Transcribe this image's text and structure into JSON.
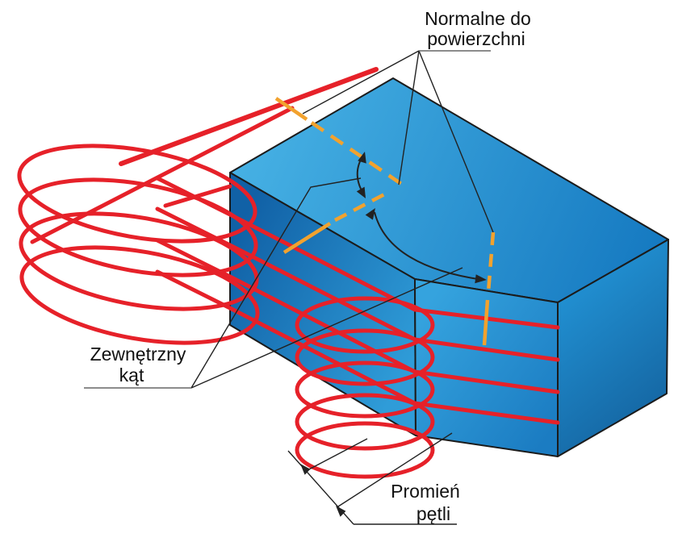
{
  "labels": {
    "normal": {
      "line1": "Normalne do",
      "line2": "powierzchni"
    },
    "external_angle": {
      "line1": "Zewnętrzny",
      "line2": "kąt"
    },
    "loop_radius": {
      "line1": "Promień",
      "line2": "pętli"
    }
  },
  "colors": {
    "wire_red": "#E62129",
    "normal_orange": "#F2A22E",
    "line_black": "#222222",
    "underline_gray": "#666666",
    "edge_black": "#1B1B1B",
    "top_light": "#49B4E6",
    "top_dark": "#1478C0",
    "front_dark": "#1161A6",
    "front_light": "#2F9CD8",
    "slant_light": "#35A3DE",
    "slant_dark": "#1B7CC2",
    "right_light": "#2190D2",
    "right_dark": "#14639F",
    "background": "#FFFFFF"
  }
}
